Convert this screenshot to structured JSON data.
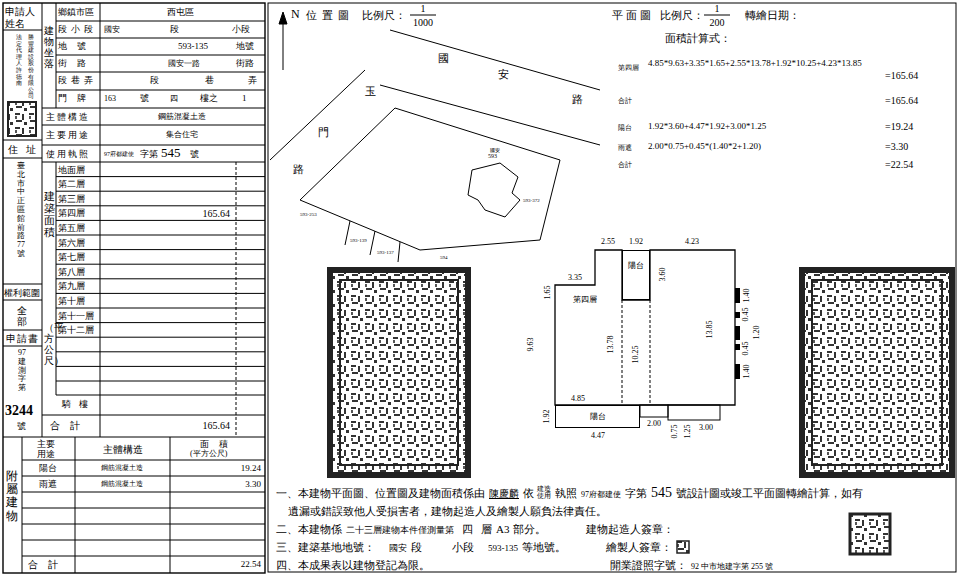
{
  "diagram": {
    "nodes": [
      {
        "text": [
          "第四層"
        ]
      },
      {
        "text": [
          "陽台"
        ]
      },
      {
        "text": [
          "陽台"
        ]
      }
    ],
    "labels": [
      "申請人姓名",
      "建物坐落",
      "鄉鎮市區",
      "西屯區",
      "段小段",
      "國安",
      "段",
      "小段",
      "地號",
      "593-135",
      "地號",
      "街路",
      "國安一路",
      "街路",
      "段巷弄",
      "段",
      "巷",
      "弄",
      "門牌",
      "163",
      "號",
      "四",
      "樓之",
      "1",
      "主體構造",
      "鋼筋混凝土造",
      "主要用途",
      "集合住宅",
      "使用執照",
      "97府都建使",
      "字第",
      "545",
      "號",
      "建築面積",
      "地面層",
      "第二層",
      "第三層",
      "第四層",
      "第五層",
      "第六層",
      "第七層",
      "第八層",
      "第九層",
      "第十層",
      "第十一層",
      "第十二層",
      "165.64",
      "（平方公尺）",
      "騎樓",
      "合計",
      "165.64",
      "勝豐建設股份有限公司",
      "法定代理人許德南",
      "住址",
      "臺北市中正區館前路77號",
      "權利範圍",
      "全部",
      "申請書",
      "97建測字第",
      "3244",
      "號",
      "附屬建物",
      "主要用途",
      "主體構造",
      "面積",
      "(平方公尺)",
      "陽台",
      "鋼筋混凝土造",
      "19.24",
      "雨遮",
      "鋼筋混凝土造",
      "3.30",
      "合計",
      "22.54",
      "N",
      "位置圖",
      "比例尺：",
      "1",
      "1000",
      "平面圖",
      "比例尺：",
      "1",
      "200",
      "轉繪日期：",
      "面積計算式：",
      "第四層",
      "4.85*9.63+3.35*1.65+2.55*13.78+1.92*10.25+4.23*13.85",
      "=165.64",
      "合計",
      "=165.64",
      "陽台",
      "1.92*3.60+4.47*1.92+3.00*1.25",
      "=19.24",
      "雨遮",
      "2.00*0.75+0.45*(1.40*2+1.20)",
      "=3.30",
      "合計",
      "=22.54",
      "國",
      "安",
      "路",
      "玉",
      "門",
      "路",
      "國安",
      "593",
      "593-372",
      "593-253",
      "594",
      "593-139",
      "593-137",
      "2.55",
      "1.92",
      "4.23",
      "3.35",
      "3.60",
      "1.65",
      "13.78",
      "9.63",
      "10.25",
      "13.85",
      "4.85",
      "1.92",
      "4.47",
      "2.00",
      "0.75",
      "1.25",
      "3.00",
      "1.40",
      "0.45",
      "1.20",
      "0.45",
      "1.40",
      "一、本建物平面圖、位置圖及建物面積係由",
      "陳慶麟",
      "依",
      "建造",
      "使用",
      "執照",
      "97府都建使",
      "字第",
      "545",
      "號設計圖或竣工平面圖轉繪計算，如有",
      "遺漏或錯誤致他人受損害者，建物起造人及繪製人願負法律責任。",
      "二、本建物係",
      "二十三層建物本件僅測量第",
      "四",
      "層",
      "A3",
      "部分。",
      "建物起造人簽章：",
      "三、建築基地地號：",
      "國安",
      "段",
      "小段",
      "593-135",
      "等地號。",
      "繪製人簽章：",
      "四、本成果表以建物登記為限。",
      "開業證照字號：",
      "92 中市地建字第 255 號"
    ]
  }
}
